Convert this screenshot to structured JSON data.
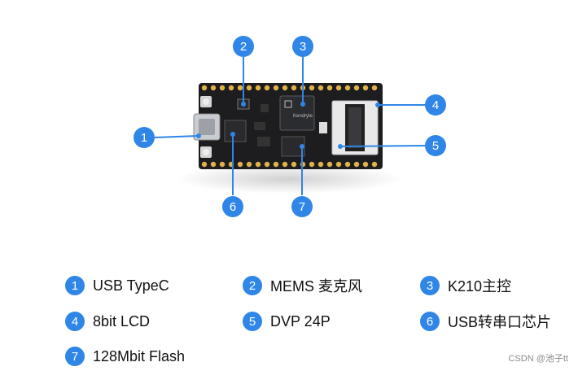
{
  "callouts": [
    {
      "num": "1",
      "label": "USB TypeC"
    },
    {
      "num": "2",
      "label": "MEMS 麦克风"
    },
    {
      "num": "3",
      "label": "K210主控"
    },
    {
      "num": "4",
      "label": "8bit LCD"
    },
    {
      "num": "5",
      "label": "DVP 24P"
    },
    {
      "num": "6",
      "label": "USB转串口芯片"
    },
    {
      "num": "7",
      "label": "128Mbit Flash"
    }
  ],
  "chip_marking": "Kendryte",
  "watermark": "CSDN @池子tt",
  "colors": {
    "accent": "#2f86e6",
    "board": "#1d1d20",
    "line": "#2f86e6"
  }
}
